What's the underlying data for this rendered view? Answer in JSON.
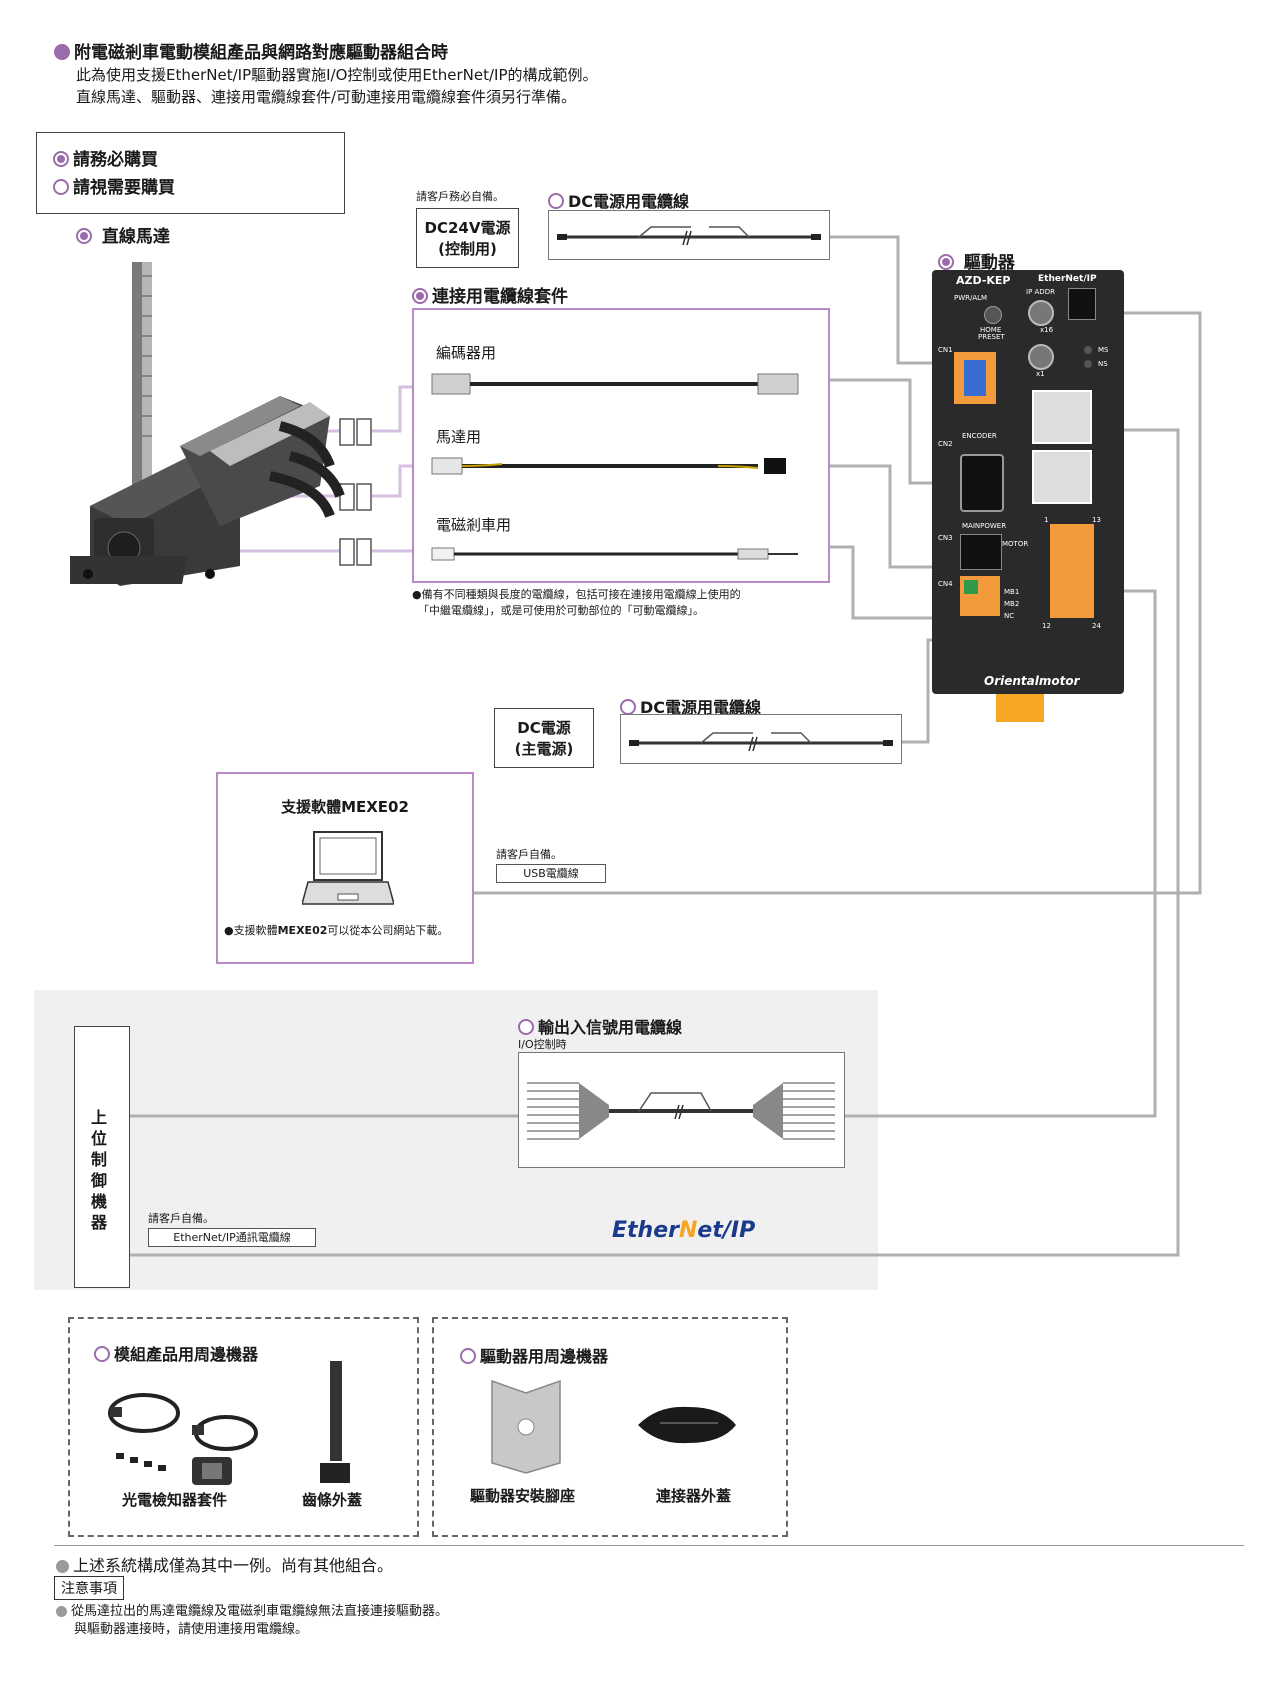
{
  "header": {
    "title": "附電磁剎車電動模組產品與網路對應驅動器組合時",
    "line1": "此為使用支援EtherNet/IP驅動器實施I/O控制或使用EtherNet/IP的構成範例。",
    "line2": "直線馬達、驅動器、連接用電纜線套件/可動連接用電纜線套件須另行準備。"
  },
  "legend": {
    "required": "請務必購買",
    "optional": "請視需要購買"
  },
  "motor": {
    "label": "直線馬達"
  },
  "driver": {
    "label": "驅動器",
    "model": "AZD-KEP",
    "network": "EtherNet/IP",
    "brand": "Orientalmotor",
    "panel": {
      "pwr": "PWR/ALM",
      "ipaddr": "IP ADDR",
      "home": "HOME",
      "preset": "PRESET",
      "x16": "x16",
      "x1": "x1",
      "ms": "MS",
      "ns": "NS",
      "cn1": "CN1",
      "cn2": "CN2",
      "cn3": "CN3",
      "cn4": "CN4",
      "encoder": "ENCODER",
      "mainpower": "MAINPOWER",
      "motor": "MOTOR",
      "mb1": "MB1",
      "mb2": "MB2",
      "nc": "NC",
      "pin1": "1",
      "pin13": "13",
      "pin12": "12",
      "pin24": "24"
    }
  },
  "dc24": {
    "note": "請客戶務必自備。",
    "line1": "DC24V電源",
    "line2": "(控制用)"
  },
  "dc_cable_top": {
    "label": "DC電源用電纜線"
  },
  "kit": {
    "label": "連接用電纜線套件",
    "encoder": "編碼器用",
    "motor": "馬達用",
    "brake": "電磁剎車用",
    "note1": "●備有不同種類與長度的電纜線，包括可接在連接用電纜線上使用的",
    "note2": "「中繼電纜線」，或是可使用於可動部位的「可動電纜線」。"
  },
  "dc_main": {
    "line1": "DC電源",
    "line2": "(主電源)"
  },
  "dc_cable_bottom": {
    "label": "DC電源用電纜線"
  },
  "software": {
    "title": "支援軟體MEXE02",
    "note_prefix": "●支援軟體",
    "note_bold": "MEXE02",
    "note_suffix": "可以從本公司網站下載。"
  },
  "usb": {
    "note": "請客戶自備。",
    "label": "USB電纜線"
  },
  "io_cable": {
    "label": "輸出入信號用電纜線",
    "sub": "I/O控制時"
  },
  "host": {
    "label": "上位制御機器"
  },
  "eip_cable": {
    "note": "請客戶自備。",
    "label": "EtherNet/IP通訊電纜線"
  },
  "eip_logo": {
    "left": "Ether",
    "mid": "N",
    "right": "et/IP"
  },
  "peripherals": {
    "module_title": "模組產品用周邊機器",
    "sensor": "光電檢知器套件",
    "rack_cover": "齒條外蓋",
    "driver_title": "驅動器用周邊機器",
    "mount": "驅動器安裝腳座",
    "connector_cover": "連接器外蓋"
  },
  "footer": {
    "example": "上述系統構成僅為其中一例。尚有其他組合。",
    "caution_title": "注意事項",
    "caution1": "從馬達拉出的馬達電纜線及電磁剎車電纜線無法直接連接驅動器。",
    "caution2": "與驅動器連接時，請使用連接用電纜線。"
  },
  "colors": {
    "accent": "#9b6cab",
    "line": "#b0b0b0",
    "driver_body": "#2a2a2a",
    "terminal": "#f29a3c",
    "io_area": "#f0f0f0"
  }
}
